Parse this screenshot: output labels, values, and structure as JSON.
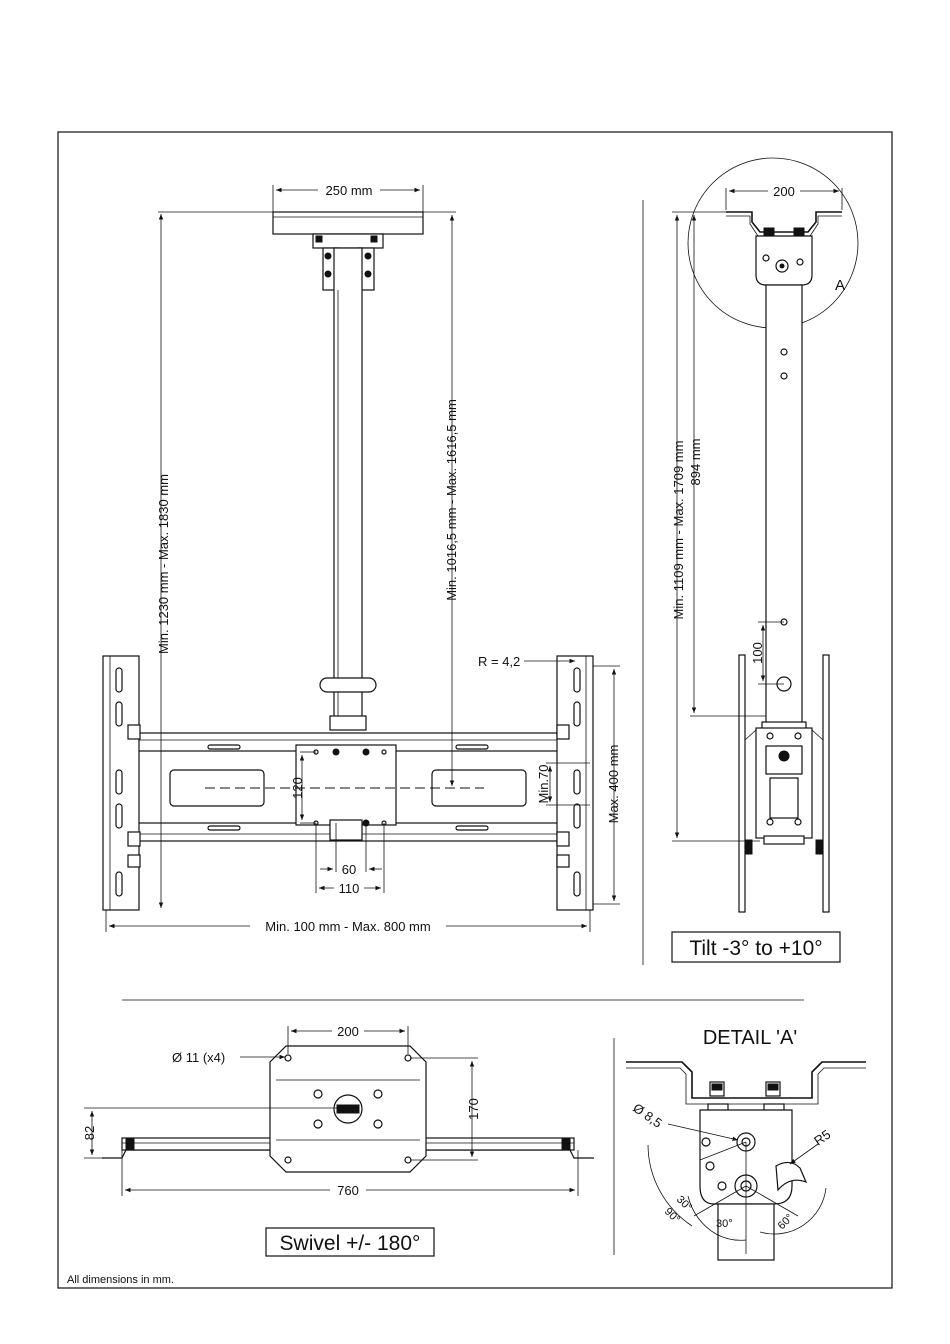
{
  "front_view": {
    "top_plate_width": "250 mm",
    "height_total": "Min. 1230 mm - Max. 1830 mm",
    "height_pole": "Min. 1016,5 mm - Max. 1616,5 mm",
    "radius": "R = 4,2",
    "rail_max": "Max. 400 mm",
    "rail_min": "Min.70",
    "vesa_v": "120",
    "vesa_h1": "60",
    "vesa_h2": "110",
    "width_range": "Min. 100 mm - Max. 800 mm"
  },
  "side_view": {
    "plate_width": "200",
    "detail_marker": "A",
    "height_total": "Min. 1109 mm - Max. 1709 mm",
    "height_pole": "894 mm",
    "hole_spacing": "100",
    "tilt_label": "Tilt -3° to +10°"
  },
  "top_view": {
    "plate_width": "200",
    "hole_diameter": "Ø 11 (x4)",
    "plate_depth": "170",
    "height": "82",
    "rail_length": "760",
    "swivel_label": "Swivel +/- 180°"
  },
  "detail": {
    "title": "DETAIL 'A'",
    "hole_diameter": "Ø 8,5",
    "radius": "R5",
    "angle_30a": "30°",
    "angle_30b": "30°",
    "angle_60": "60°",
    "angle_90": "90°"
  },
  "footer": {
    "note": "All dimensions in mm."
  }
}
